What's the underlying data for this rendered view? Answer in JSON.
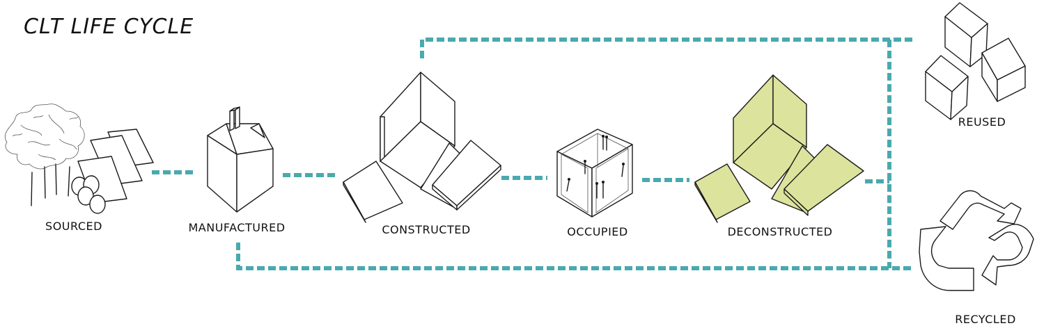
{
  "title": "CLT LIFE CYCLE",
  "stages": [
    {
      "id": "sourced",
      "label": "SOURCED"
    },
    {
      "id": "manufactured",
      "label": "MANUFACTURED"
    },
    {
      "id": "constructed",
      "label": "CONSTRUCTED"
    },
    {
      "id": "occupied",
      "label": "OCCUPIED"
    },
    {
      "id": "deconstructed",
      "label": "DECONSTRUCTED"
    }
  ],
  "outcomes": [
    {
      "id": "reused",
      "label": "REUSED"
    },
    {
      "id": "recycled",
      "label": "RECYCLED"
    }
  ],
  "colors": {
    "connector": "#4aa9ae",
    "deconstructed_fill": "#dce39c",
    "line": "#1a1a1a"
  },
  "icons": [
    "tree-icon",
    "logs-icon",
    "factory-icon",
    "construction-panels-icon",
    "occupied-room-icon",
    "deconstructed-panels-icon",
    "reused-boxes-icon",
    "recycle-icon"
  ]
}
